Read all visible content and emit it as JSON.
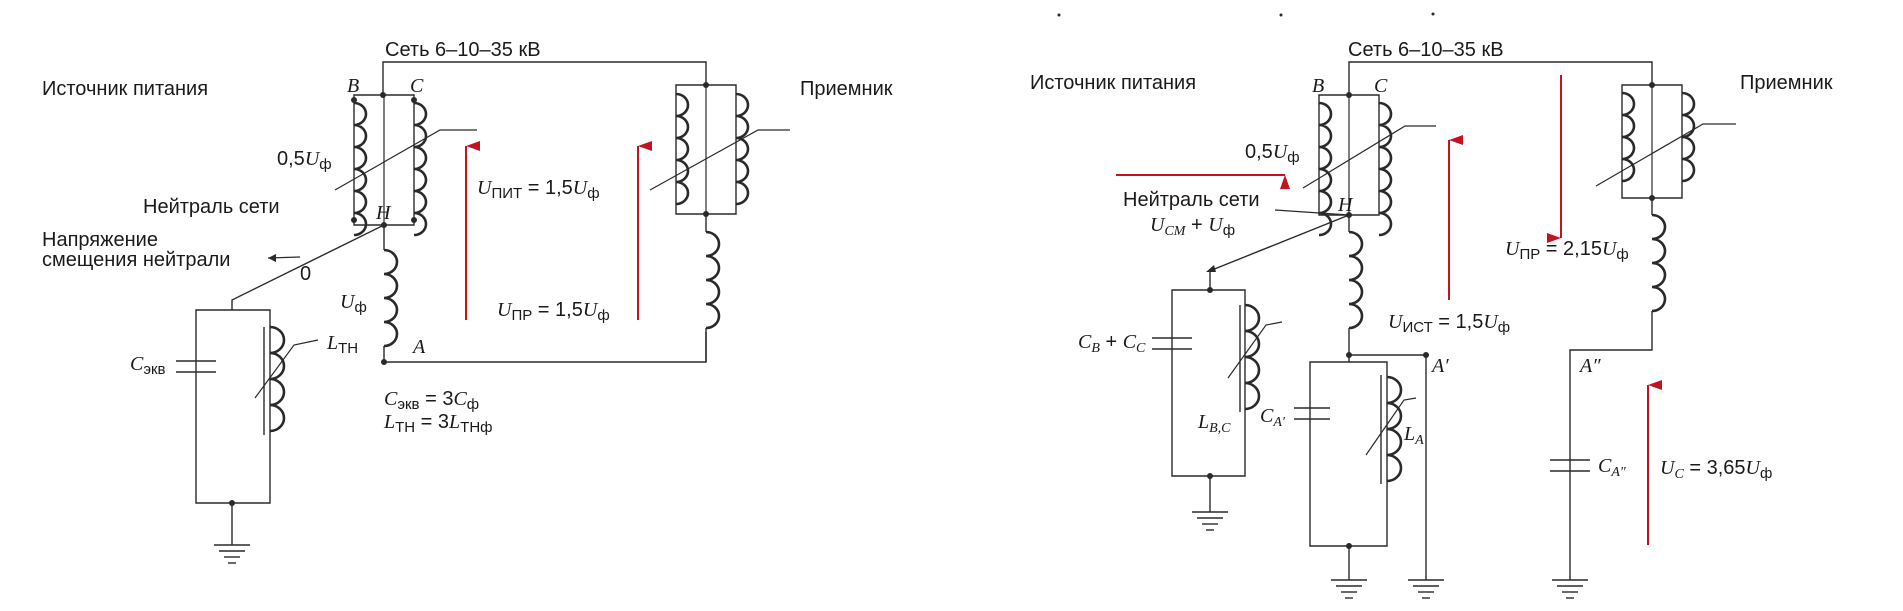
{
  "left": {
    "network_label": "Сеть 6–10–35 кВ",
    "source_label": "Источник питания",
    "receiver_label": "Приемник",
    "phase_b": "B",
    "phase_c": "C",
    "phase_a": "A",
    "neutral_h": "H",
    "half_uf": {
      "num": "0,5",
      "var": "U",
      "sub": "ф"
    },
    "neutral_network": "Нейтраль сети",
    "offset_voltage_line1": "Напряжение",
    "offset_voltage_line2": "смещения нейтрали",
    "zero": "0",
    "uf": {
      "var": "U",
      "sub": "ф"
    },
    "u_pit": {
      "var": "U",
      "sub": "ПИТ",
      "eq": " = 1,5",
      "var2": "U",
      "sub2": "ф"
    },
    "u_pr": {
      "var": "U",
      "sub": "ПР",
      "eq": " = 1,5",
      "var2": "U",
      "sub2": "ф"
    },
    "c_ekv": {
      "var": "C",
      "sub": "экв"
    },
    "l_tn": {
      "var": "L",
      "sub": "ТН"
    },
    "formula1": {
      "var": "C",
      "sub": "экв",
      "eq": " = 3",
      "var2": "C",
      "sub2": "ф"
    },
    "formula2": {
      "var": "L",
      "sub": "ТН",
      "eq": " = 3",
      "var2": "L",
      "sub2": "ТНф"
    }
  },
  "right": {
    "network_label": "Сеть 6–10–35 кВ",
    "source_label": "Источник питания",
    "receiver_label": "Приемник",
    "phase_b": "B",
    "phase_c": "C",
    "neutral_h": "H",
    "half_uf": {
      "num": "0,5",
      "var": "U",
      "sub": "ф"
    },
    "neutral_network": "Нейтраль сети",
    "ucm_uf": {
      "var": "U",
      "sub": "CM",
      "plus": " + ",
      "var2": "U",
      "sub2": "ф"
    },
    "u_pr": {
      "var": "U",
      "sub": "ПР",
      "eq": " = 2,15",
      "var2": "U",
      "sub2": "ф"
    },
    "u_ist": {
      "var": "U",
      "sub": "ИСТ",
      "eq": " = 1,5",
      "var2": "U",
      "sub2": "ф"
    },
    "cb_cc": {
      "var": "C",
      "sub": "B",
      "plus": " + ",
      "var2": "C",
      "sub2": "C"
    },
    "l_bc": {
      "var": "L",
      "sub": "B,C"
    },
    "c_a1": {
      "var": "C",
      "sub": "A′"
    },
    "l_a": {
      "var": "L",
      "sub": "A"
    },
    "a_prime": "A′",
    "a_dprime": "A″",
    "c_a2": {
      "var": "C",
      "sub": "A″"
    },
    "u_c": {
      "var": "U",
      "sub": "C",
      "eq": " = 3,65",
      "var2": "U",
      "sub2": "ф"
    }
  }
}
